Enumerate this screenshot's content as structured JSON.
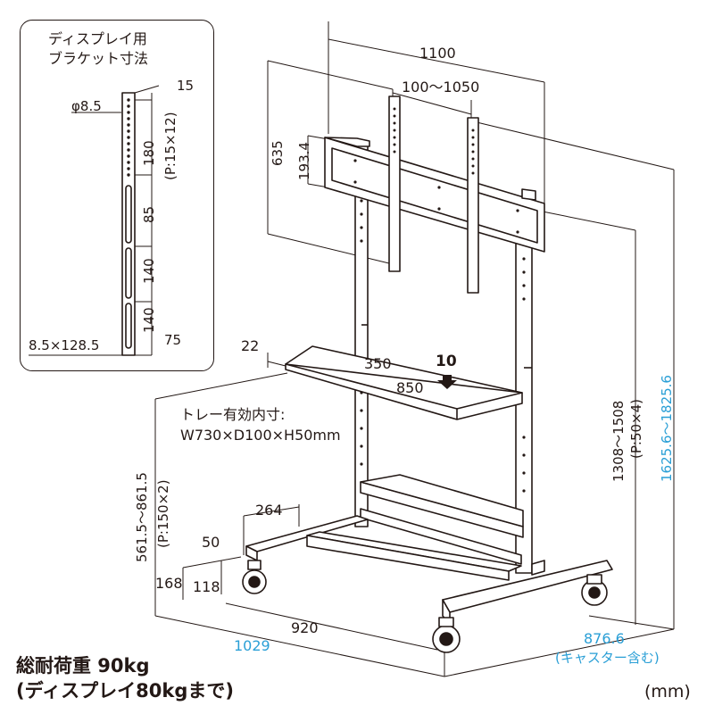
{
  "inset": {
    "title_line1": "ディスプレイ用",
    "title_line2": "ブラケット寸法",
    "hole_dia": "φ8.5",
    "top_margin": "15",
    "pitch": "180",
    "pitch_note": "(P:15×12)",
    "seg1": "85",
    "seg2": "140",
    "seg3": "140",
    "bottom": "75",
    "slot": "8.5×128.5"
  },
  "dims": {
    "width_top": "1100",
    "bracket_span": "100〜1050",
    "height_635": "635",
    "height_193": "193.4",
    "tray_offset": "22",
    "tray_depth": "350",
    "tray_width": "850",
    "down_arrow_value": "10",
    "tray_inner_1": "トレー有効内寸:",
    "tray_inner_2": "W730×D100×H50mm",
    "shelf_height": "561.5〜861.5",
    "shelf_pitch": "(P:150×2)",
    "mount_height": "1308〜1508",
    "mount_pitch": "(P:50×4)",
    "total_height": "1625.6〜1825.6",
    "base_264": "264",
    "base_50": "50",
    "base_168": "168",
    "base_118": "118",
    "base_920": "920",
    "base_1029": "1029",
    "base_876": "876.6",
    "caster_note": "(キャスター含む)"
  },
  "footer": {
    "load_line1": "総耐荷重 90kg",
    "load_line2": "(ディスプレイ80kgまで)",
    "unit": "(mm)"
  },
  "colors": {
    "line": "#231815",
    "accent": "#2a9fd6"
  }
}
